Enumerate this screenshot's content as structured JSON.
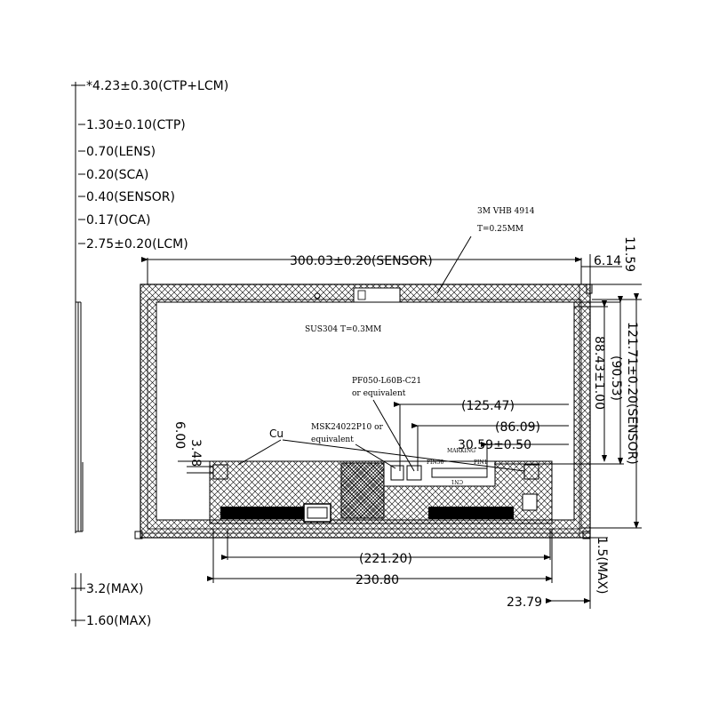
{
  "side_view": {
    "layers": [
      "*4.23±0.30(CTP+LCM)",
      "1.30±0.10(CTP)",
      "0.70(LENS)",
      "0.20(SCA)",
      "0.40(SENSOR)",
      "0.17(OCA)",
      "2.75±0.20(LCM)"
    ],
    "bottom_dims": [
      "3.2(MAX)",
      "1.60(MAX)"
    ]
  },
  "notes": {
    "tape": "3M VHB 4914",
    "tape_thickness": "T=0.25MM",
    "plate": "SUS304 T=0.3MM",
    "connector": "PF050-L60B-C21",
    "connector_alt": "or equivalent",
    "connector2": "MSK24022P10 or",
    "connector2_alt": "equivalent",
    "copper": "Cu",
    "pin_a": "PIN50",
    "pin_b": "PIN1",
    "cn_label": "CN1",
    "marking": "MARKING"
  },
  "dimensions": {
    "sensor_width": "300.03±0.20(SENSOR)",
    "right_offset": "6.14",
    "top_offset": "11.59",
    "sensor_height": "121.71±0.20(SENSOR)",
    "height_ref": "(90.53)",
    "height_main": "88.43±1.00",
    "ref_125": "(125.47)",
    "ref_86": "(86.09)",
    "dim_30": "30.59±0.50",
    "dim_348": "3.48",
    "dim_600": "6.00",
    "width_221": "(221.20)",
    "width_230": "230.80",
    "dim_2379": "23.79",
    "dim_15": "1.5(MAX)"
  }
}
